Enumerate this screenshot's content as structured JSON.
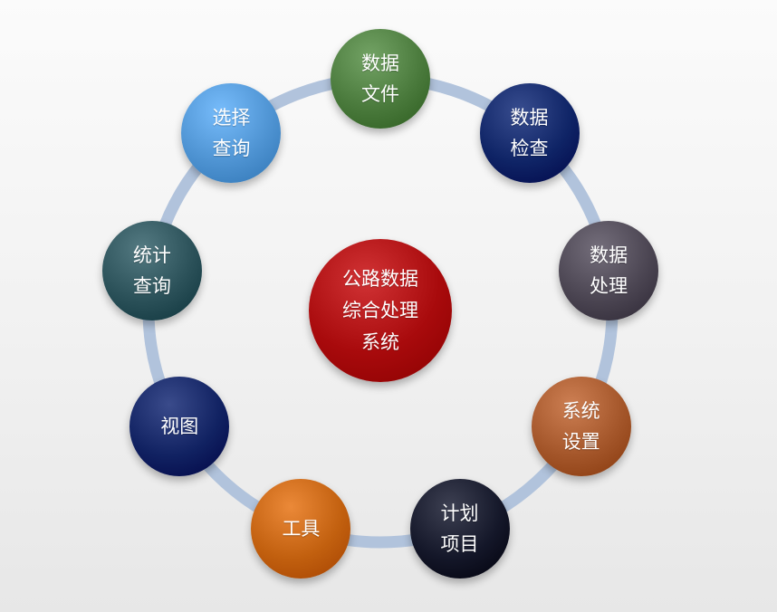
{
  "center": {
    "label": "公路数据\n综合处理\n系统",
    "color": "#a80a0c"
  },
  "ring_color": "#b1c3dc",
  "nodes": [
    {
      "id": "data-file",
      "label": "数据\n文件",
      "color": "#4a7a3c"
    },
    {
      "id": "data-check",
      "label": "数据\n检查",
      "color": "#0f2466"
    },
    {
      "id": "data-process",
      "label": "数据\n处理",
      "color": "#4b4552"
    },
    {
      "id": "system-settings",
      "label": "系统\n设置",
      "color": "#a4562a"
    },
    {
      "id": "plan-project",
      "label": "计划\n项目",
      "color": "#141729"
    },
    {
      "id": "tools",
      "label": "工具",
      "color": "#c2600f"
    },
    {
      "id": "view",
      "label": "视图",
      "color": "#112262"
    },
    {
      "id": "stat-query",
      "label": "统计\n查询",
      "color": "#2b5159"
    },
    {
      "id": "select-query",
      "label": "选择\n查询",
      "color": "#4e93d2"
    }
  ]
}
